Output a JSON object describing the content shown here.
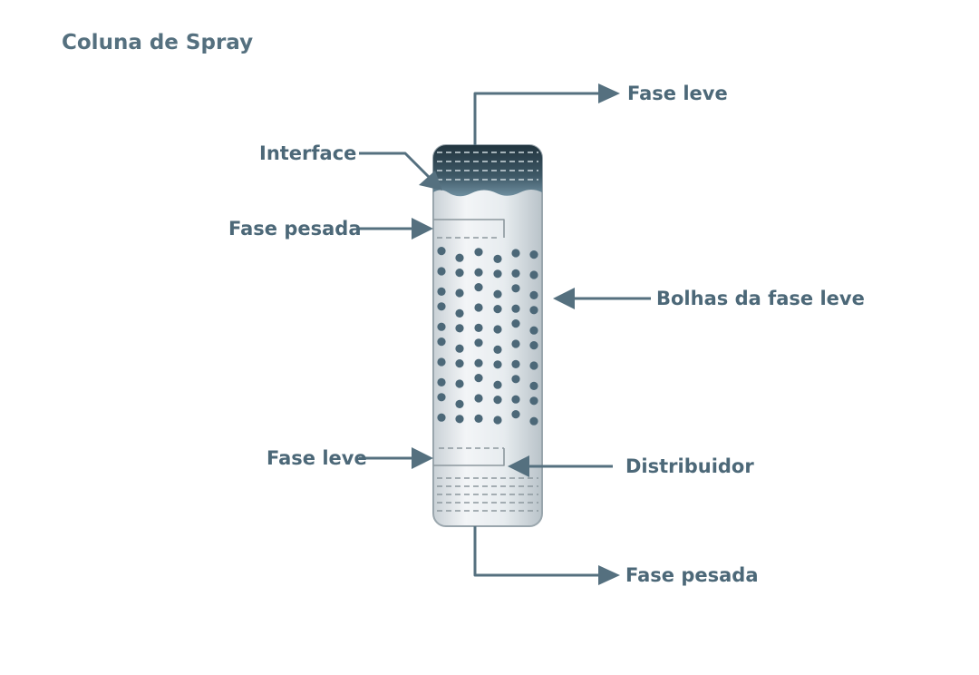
{
  "title": "Coluna de Spray",
  "labels": {
    "light_phase_out": "Fase leve",
    "interface": "Interface",
    "heavy_phase_in": "Fase pesada",
    "bubbles": "Bolhas da fase leve",
    "light_phase_in": "Fase leve",
    "distributor": "Distribuidor",
    "heavy_phase_out": "Fase pesada"
  },
  "colors": {
    "text": "#4c6878",
    "arrow": "#55707f",
    "liquid_dark": "#2c4350",
    "liquid_light": "#6f8fa0",
    "column_body": "#e6ebee"
  },
  "icons": {
    "arrowheads": "triangle-arrow-icon",
    "bubbles": "dot-grid"
  }
}
